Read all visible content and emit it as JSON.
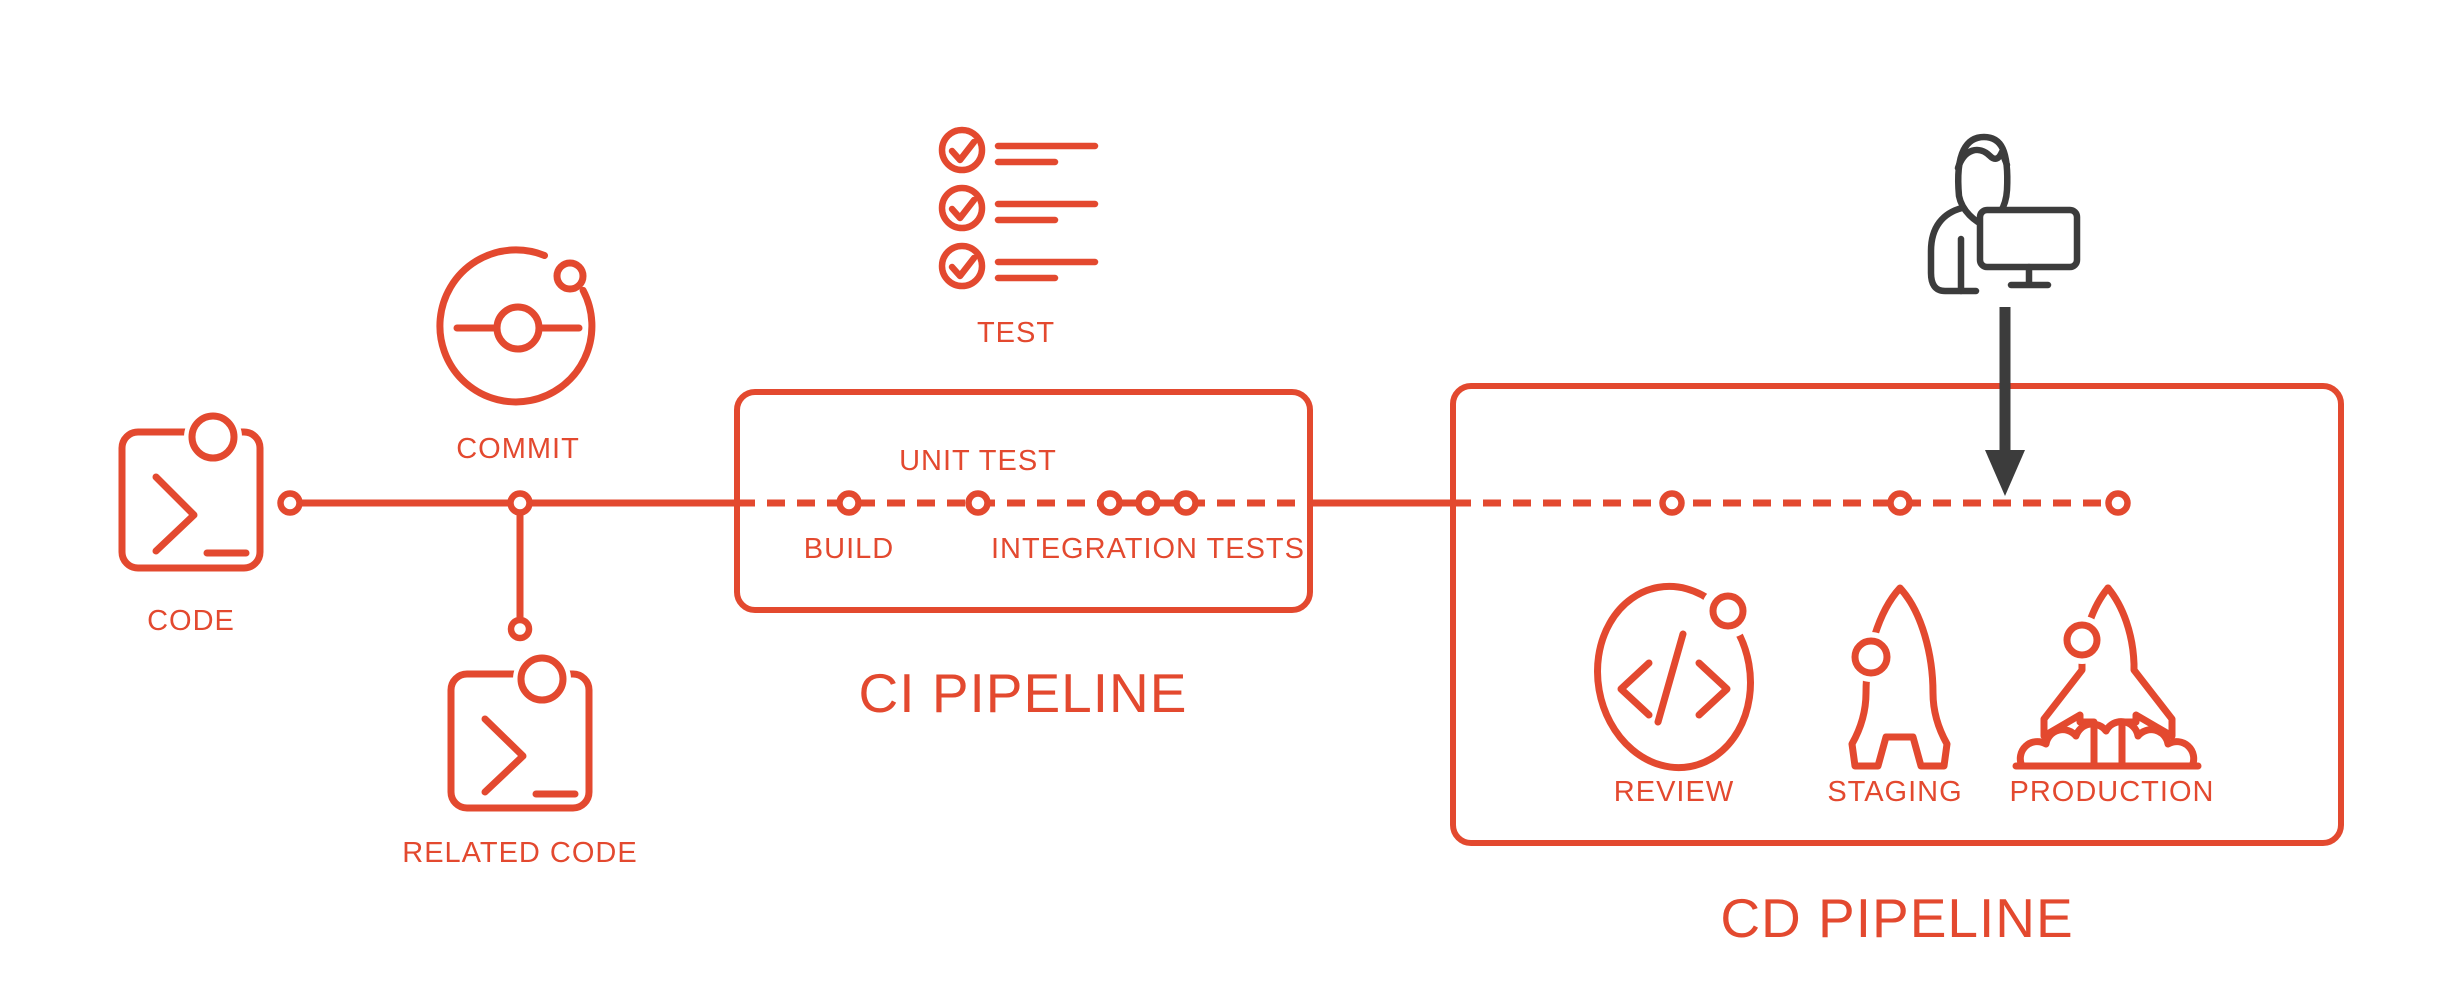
{
  "colors": {
    "accent": "#e3492f",
    "dark": "#3c3c3c",
    "background": "#ffffff"
  },
  "timeline": {
    "code_label": "CODE",
    "commit_label": "COMMIT",
    "related_code_label": "RELATED CODE",
    "test_label": "TEST"
  },
  "ci_pipeline": {
    "title": "CI PIPELINE",
    "build_label": "BUILD",
    "unit_test_label": "UNIT TEST",
    "integration_tests_label": "INTEGRATION TESTS"
  },
  "cd_pipeline": {
    "title": "CD PIPELINE",
    "review_label": "REVIEW",
    "staging_label": "STAGING",
    "production_label": "PRODUCTION"
  },
  "icons": {
    "code": "terminal-window-icon",
    "commit": "git-commit-icon",
    "related_code": "terminal-window-icon",
    "test": "checklist-icon",
    "review": "code-review-icon",
    "staging": "rocket-icon",
    "production": "rocket-launch-icon",
    "developer": "developer-at-computer-icon",
    "deploy_arrow": "down-arrow-icon"
  }
}
